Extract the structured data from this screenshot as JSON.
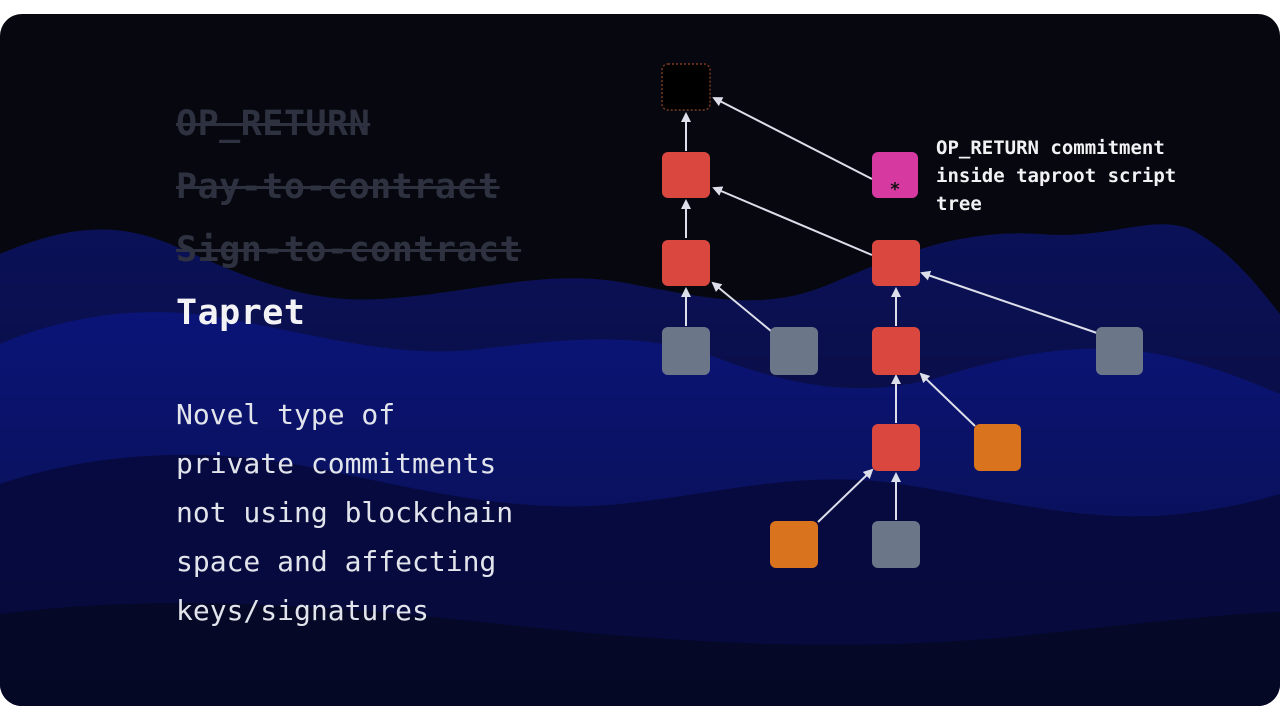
{
  "techniques": [
    {
      "label": "OP_RETURN",
      "status": "struck"
    },
    {
      "label": "Pay-to-contract",
      "status": "struck"
    },
    {
      "label": "Sign-to-contract",
      "status": "struck"
    },
    {
      "label": "Tapret",
      "status": "active"
    }
  ],
  "description_lines": [
    "Novel type of",
    "private commitments",
    "not using blockchain",
    "space and affecting",
    "keys/signatures"
  ],
  "callout_lines": [
    "OP_RETURN commitment",
    "inside taproot script",
    "tree"
  ],
  "commitment_node_symbol": "*",
  "colors": {
    "background": "#07080f",
    "branch_node": "#d9473f",
    "leaf_gray": "#6c7689",
    "leaf_orange": "#d9731d",
    "commitment_node": "#d63aa0",
    "root_node": "#000000",
    "root_border": "#7a3a1e",
    "arrow": "#dcdfea",
    "struck_text": "#2e3140",
    "active_text": "#f3f3f6"
  }
}
